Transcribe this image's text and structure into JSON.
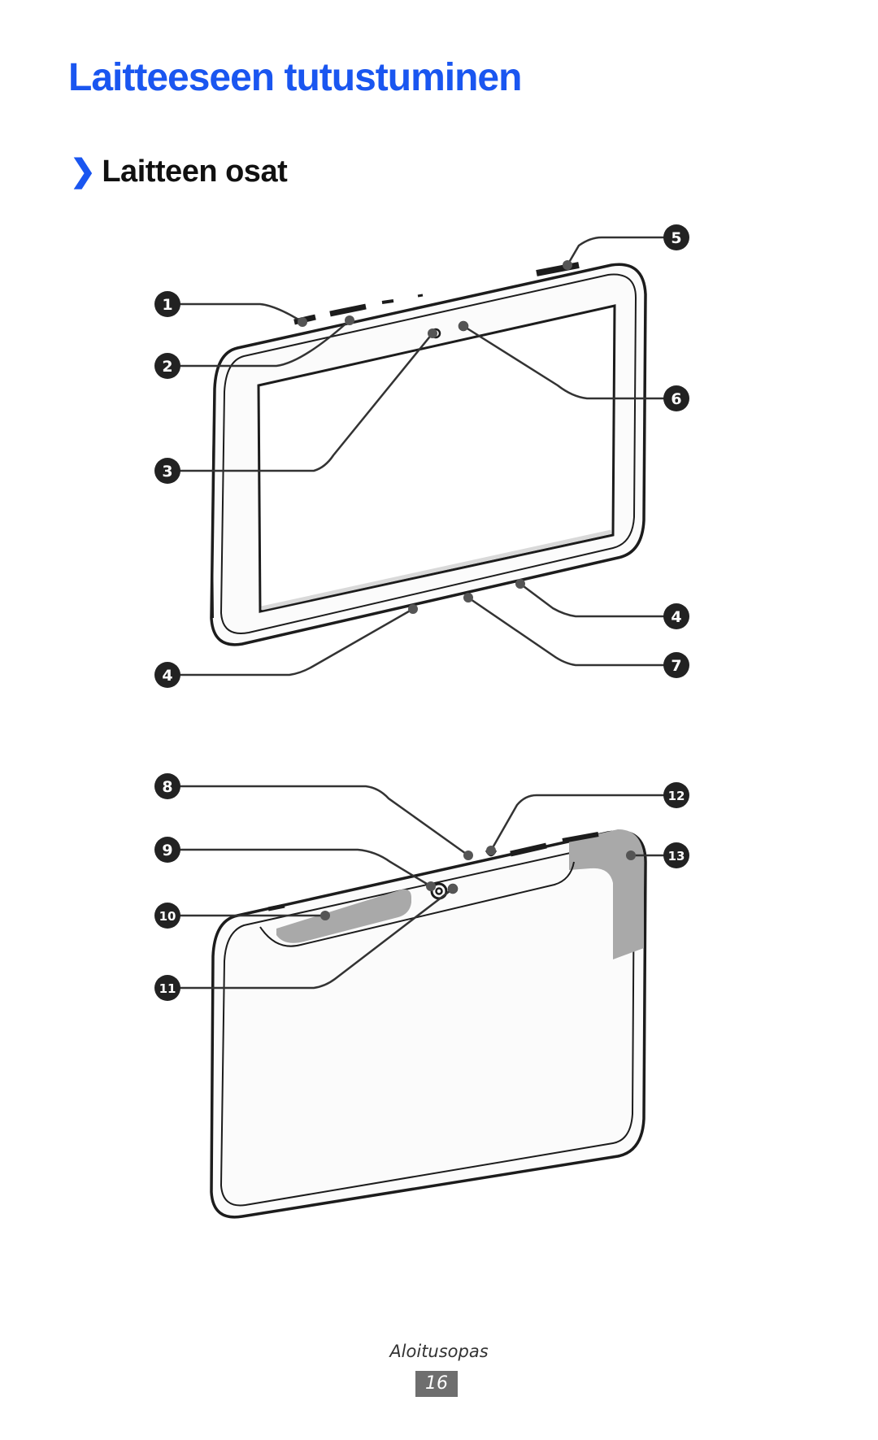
{
  "page": {
    "title": "Laitteeseen tutustuminen",
    "section_chevron": "❯",
    "section_title": "Laitteen osat"
  },
  "callouts": {
    "c1": "1",
    "c2": "2",
    "c3": "3",
    "c4a": "4",
    "c4b": "4",
    "c5": "5",
    "c6": "6",
    "c7": "7",
    "c8": "8",
    "c9": "9",
    "c10": "10",
    "c11": "11",
    "c12": "12",
    "c13": "13"
  },
  "footer": {
    "label": "Aloitusopas",
    "page_number": "16"
  },
  "colors": {
    "title": "#1a56f0",
    "marker": "#222222",
    "highlight": "#a9a9a9",
    "page_badge": "#6e6e6e"
  }
}
